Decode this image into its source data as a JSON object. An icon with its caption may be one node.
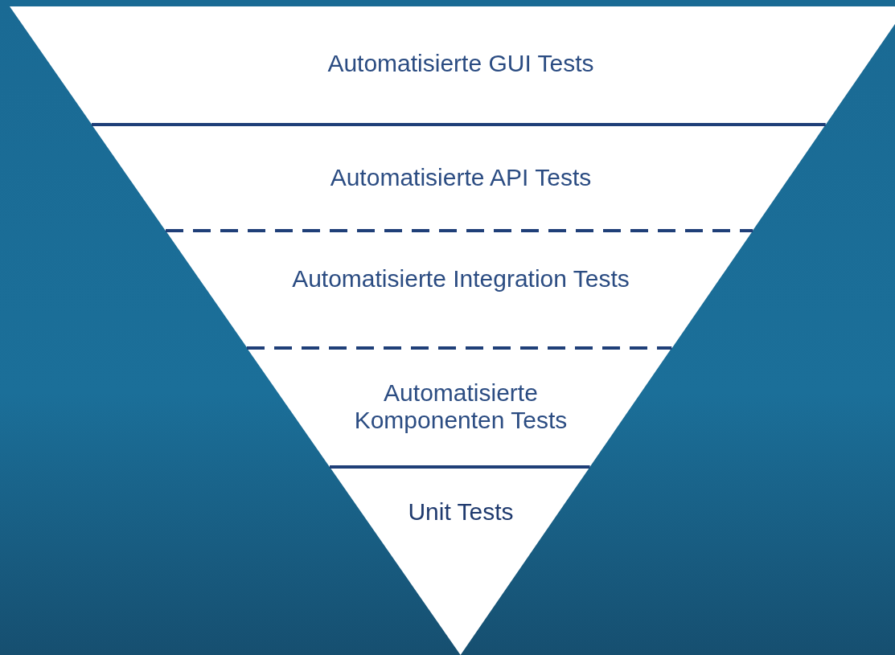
{
  "diagram": {
    "nodes": [
      {
        "text": [
          "Automatisierte GUI Tests"
        ]
      },
      {
        "text": [
          "Automatisierte API Tests"
        ]
      },
      {
        "text": [
          "Automatisierte Integration Tests"
        ]
      },
      {
        "text": [
          "Automatisierte Komponenten Tests"
        ]
      },
      {
        "text": [
          "Unit Tests"
        ]
      }
    ]
  }
}
